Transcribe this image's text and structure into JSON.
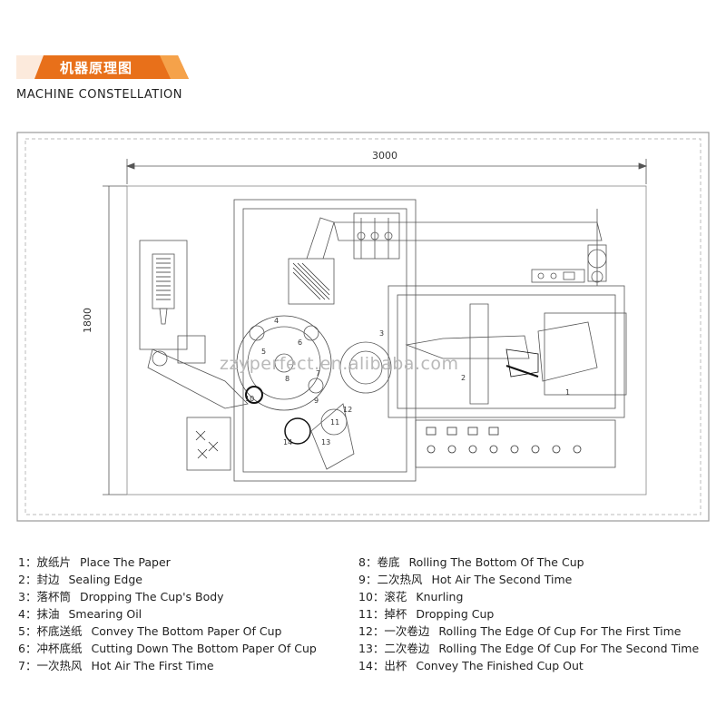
{
  "header": {
    "title_cn": "机器原理图",
    "subtitle": "MACHINE CONSTELLATION",
    "banner_color": "#e8701a"
  },
  "diagram": {
    "dimension_width": "3000",
    "dimension_height": "1800",
    "watermark": "zzyperfect.en.alibaba.com",
    "labels": [
      "1",
      "2",
      "3",
      "4",
      "5",
      "6",
      "7",
      "8",
      "9",
      "10",
      "11",
      "12",
      "13",
      "14"
    ]
  },
  "legend": {
    "left": [
      {
        "num": "1：",
        "cn": "放纸片",
        "en": "Place The Paper"
      },
      {
        "num": "2：",
        "cn": "封边",
        "en": "Sealing Edge"
      },
      {
        "num": "3：",
        "cn": "落杯筒",
        "en": "Dropping The Cup's Body"
      },
      {
        "num": "4：",
        "cn": "抹油",
        "en": "Smearing Oil"
      },
      {
        "num": "5：",
        "cn": "杯底送纸",
        "en": "Convey The Bottom Paper Of Cup"
      },
      {
        "num": "6：",
        "cn": "冲杯底纸",
        "en": "Cutting Down The Bottom Paper Of Cup"
      },
      {
        "num": "7：",
        "cn": "一次热风",
        "en": "Hot Air The First Time"
      }
    ],
    "right": [
      {
        "num": "8：",
        "cn": "卷底",
        "en": "Rolling The Bottom Of The Cup"
      },
      {
        "num": "9：",
        "cn": "二次热风",
        "en": "Hot Air The Second Time"
      },
      {
        "num": "10：",
        "cn": "滚花",
        "en": "Knurling"
      },
      {
        "num": "11：",
        "cn": "掉杯",
        "en": "Dropping Cup"
      },
      {
        "num": "12：",
        "cn": "一次卷边",
        "en": "Rolling The Edge Of Cup For The First Time"
      },
      {
        "num": "13：",
        "cn": "二次卷边",
        "en": "Rolling The Edge Of Cup For The Second Time"
      },
      {
        "num": "14：",
        "cn": "出杯",
        "en": "Convey The Finished Cup Out"
      }
    ]
  }
}
